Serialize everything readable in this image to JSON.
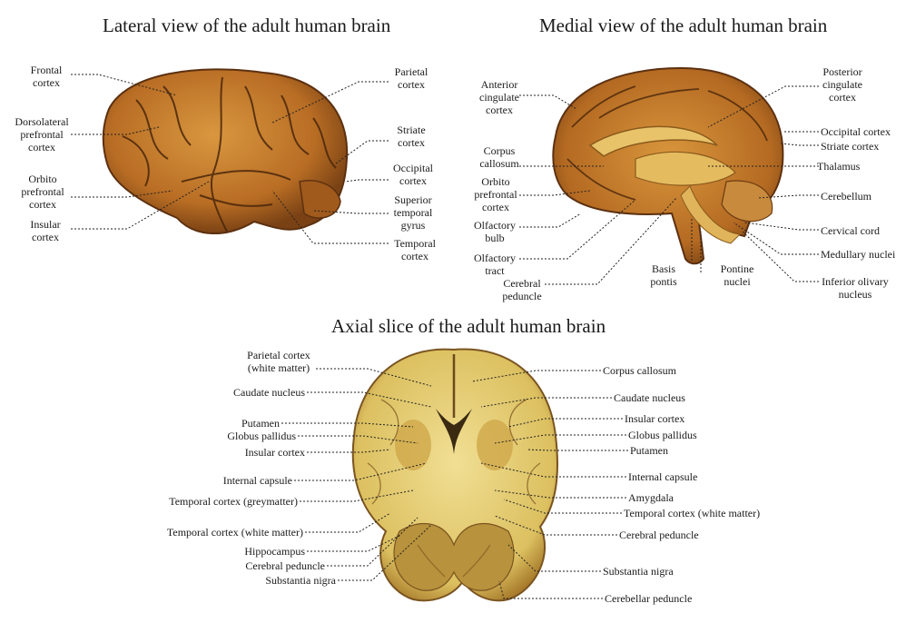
{
  "titles": {
    "lateral": "Lateral view of the adult human brain",
    "medial": "Medial view of the adult human brain",
    "axial": "Axial slice of the adult human brain"
  },
  "lateral_labels": {
    "frontal": "Frontal\ncortex",
    "dorsolateral": "Dorsolateral\nprefrontal\ncortex",
    "orbito": "Orbito\nprefrontal\ncortex",
    "insular": "Insular\ncortex",
    "parietal": "Parietal\ncortex",
    "striate": "Striate\ncortex",
    "occipital": "Occipital\ncortex",
    "superior_temporal": "Superior\ntemporal\ngyrus",
    "temporal": "Temporal\ncortex"
  },
  "medial_labels": {
    "anterior_cingulate": "Anterior\ncingulate\ncortex",
    "corpus_callosum": "Corpus\ncallosum",
    "orbito": "Orbito\nprefrontal\ncortex",
    "olfactory_bulb": "Olfactory\nbulb",
    "olfactory_tract": "Olfactory\ntract",
    "cerebral_peduncle": "Cerebral\npeduncle",
    "basis_pontis": "Basis\npontis",
    "pontine_nuclei": "Pontine\nnuclei",
    "posterior_cingulate": "Posterior\ncingulate\ncortex",
    "occipital": "Occipital cortex",
    "striate": "Striate cortex",
    "thalamus": "Thalamus",
    "cerebellum": "Cerebellum",
    "cervical_cord": "Cervical cord",
    "medullary": "Medullary nuclei",
    "inferior_olivary": "Inferior olivary\nnucleus"
  },
  "axial_labels_left": {
    "parietal_wm": "Parietal cortex\n(white matter)",
    "caudate": "Caudate nucleus",
    "putamen": "Putamen",
    "globus": "Globus pallidus",
    "insular": "Insular cortex",
    "internal_capsule": "Internal capsule",
    "temporal_grey": "Temporal cortex (greymatter)",
    "temporal_white": "Temporal cortex (white matter)",
    "hippocampus": "Hippocampus",
    "cerebral_peduncle": "Cerebral peduncle",
    "substantia_nigra": "Substantia nigra"
  },
  "axial_labels_right": {
    "corpus_callosum": "Corpus callosum",
    "caudate": "Caudate nucleus",
    "insular": "Insular cortex",
    "globus": "Globus pallidus",
    "putamen": "Putamen",
    "internal_capsule": "Internal capsule",
    "amygdala": "Amygdala",
    "temporal_white": "Temporal cortex (white matter)",
    "cerebral_peduncle": "Cerebral peduncle",
    "substantia_nigra": "Substantia nigra",
    "cerebellar_peduncle": "Cerebellar peduncle"
  },
  "colors": {
    "cortex": "#c27a2c",
    "cortex_dark": "#6b3a12",
    "slice": "#e2c96a",
    "white_matter": "#f0dc8c",
    "leader": "#222222"
  }
}
